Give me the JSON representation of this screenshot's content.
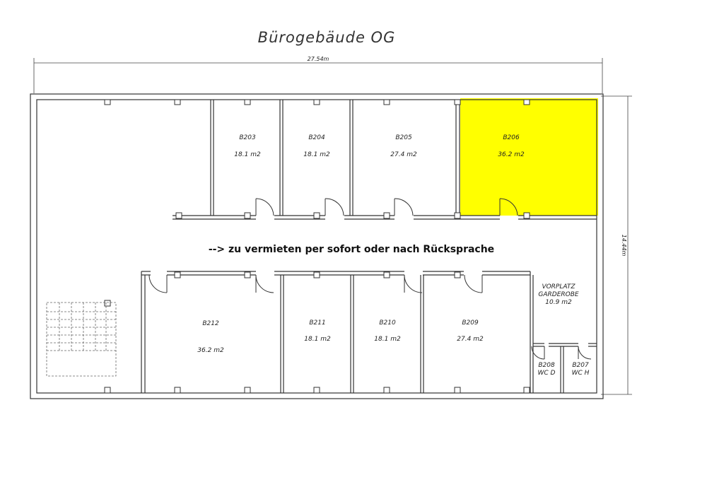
{
  "title": "Bürogebäude OG",
  "dimensions": {
    "width": "27.54m",
    "depth": "14.44m"
  },
  "note": "--> zu vermieten per sofort oder nach Rücksprache",
  "highlight_color": "#ffff00",
  "rooms": {
    "b203": {
      "id": "B203",
      "area": "18.1  m2"
    },
    "b204": {
      "id": "B204",
      "area": "18.1  m2"
    },
    "b205": {
      "id": "B205",
      "area": "27.4  m2"
    },
    "b206": {
      "id": "B206",
      "area": "36.2  m2",
      "highlighted": true
    },
    "b212": {
      "id": "B212",
      "area": "36.2  m2"
    },
    "b211": {
      "id": "B211",
      "area": "18.1  m2"
    },
    "b210": {
      "id": "B210",
      "area": "18.1  m2"
    },
    "b209": {
      "id": "B209",
      "area": "27.4  m2"
    },
    "vorplatz": {
      "line1": "VORPLATZ",
      "line2": "GARDEROBE",
      "area": "10.9  m2"
    },
    "b208": {
      "id": "B208",
      "use": "WC  D"
    },
    "b207": {
      "id": "B207",
      "use": "WC  H"
    }
  }
}
